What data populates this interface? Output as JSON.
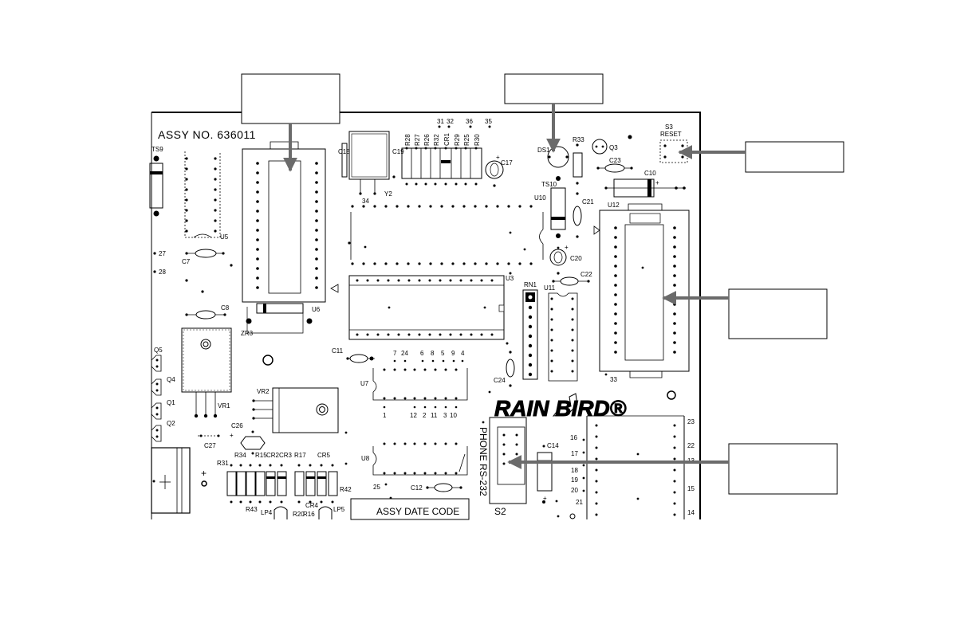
{
  "board": {
    "assy_no": "ASSY NO. 636011",
    "assy_date_code": "ASSY DATE CODE",
    "phone_rs232": "PHONE  RS-232",
    "reset_label": "RESET",
    "brand": "RAIN BIRD®"
  },
  "components": {
    "TS9": "TS9",
    "U5": "U5",
    "C7": "C7",
    "p27": "27",
    "p28": "28",
    "C8": "C8",
    "ZR3": "ZR3",
    "U6": "U6",
    "C18": "C18",
    "Y2": "Y2",
    "p34": "34",
    "C19": "C19",
    "R28": "R28",
    "R27": "R27",
    "R26": "R26",
    "R32": "R32",
    "CR1": "CR1",
    "R29": "R29",
    "R25": "R25",
    "R30": "R30",
    "p31": "31",
    "p32": "32",
    "p36": "36",
    "p35": "35",
    "C17": "C17",
    "DS1": "DS1",
    "R33": "R33",
    "Q3": "Q3",
    "C23": "C23",
    "C10": "C10",
    "S3": "S3",
    "TS10": "TS10",
    "U10": "U10",
    "C21": "C21",
    "C20": "C20",
    "U12": "U12",
    "U3": "U3",
    "C22": "C22",
    "RN1": "RN1",
    "U11": "U11",
    "C11": "C11",
    "C24": "C24",
    "p33": "33",
    "Q5": "Q5",
    "Q4": "Q4",
    "Q1": "Q1",
    "Q2": "Q2",
    "VR1": "VR1",
    "VR2": "VR2",
    "C26": "C26",
    "C27": "C27",
    "U7": "U7",
    "U8": "U8",
    "p7": "7",
    "p24": "24",
    "p6": "6",
    "p8": "8",
    "p5": "5",
    "p9": "9",
    "p4": "4",
    "p1": "1",
    "p12": "12",
    "p2": "2",
    "p11": "11",
    "p3": "3",
    "p10": "10",
    "R31": "R31",
    "R34": "R34",
    "R15": "R15",
    "CR2": "CR2",
    "CR3": "CR3",
    "R17": "R17",
    "CR5": "CR5",
    "R42": "R42",
    "R43": "R43",
    "CR4": "CR4",
    "R20": "R20",
    "R16": "R16",
    "LP4": "LP4",
    "LP5": "LP5",
    "p25": "25",
    "C12": "C12",
    "C14": "C14",
    "S2": "S2",
    "p16": "16",
    "p17": "17",
    "p18": "18",
    "p19": "19",
    "p20": "20",
    "p21": "21",
    "p23": "23",
    "p22": "22",
    "p13": "13",
    "p15": "15",
    "p14": "14"
  },
  "callouts": [
    {
      "id": "callout-u6",
      "label": ""
    },
    {
      "id": "callout-ds1",
      "label": ""
    },
    {
      "id": "callout-reset",
      "label": ""
    },
    {
      "id": "callout-u12",
      "label": ""
    },
    {
      "id": "callout-phone-port",
      "label": ""
    }
  ]
}
